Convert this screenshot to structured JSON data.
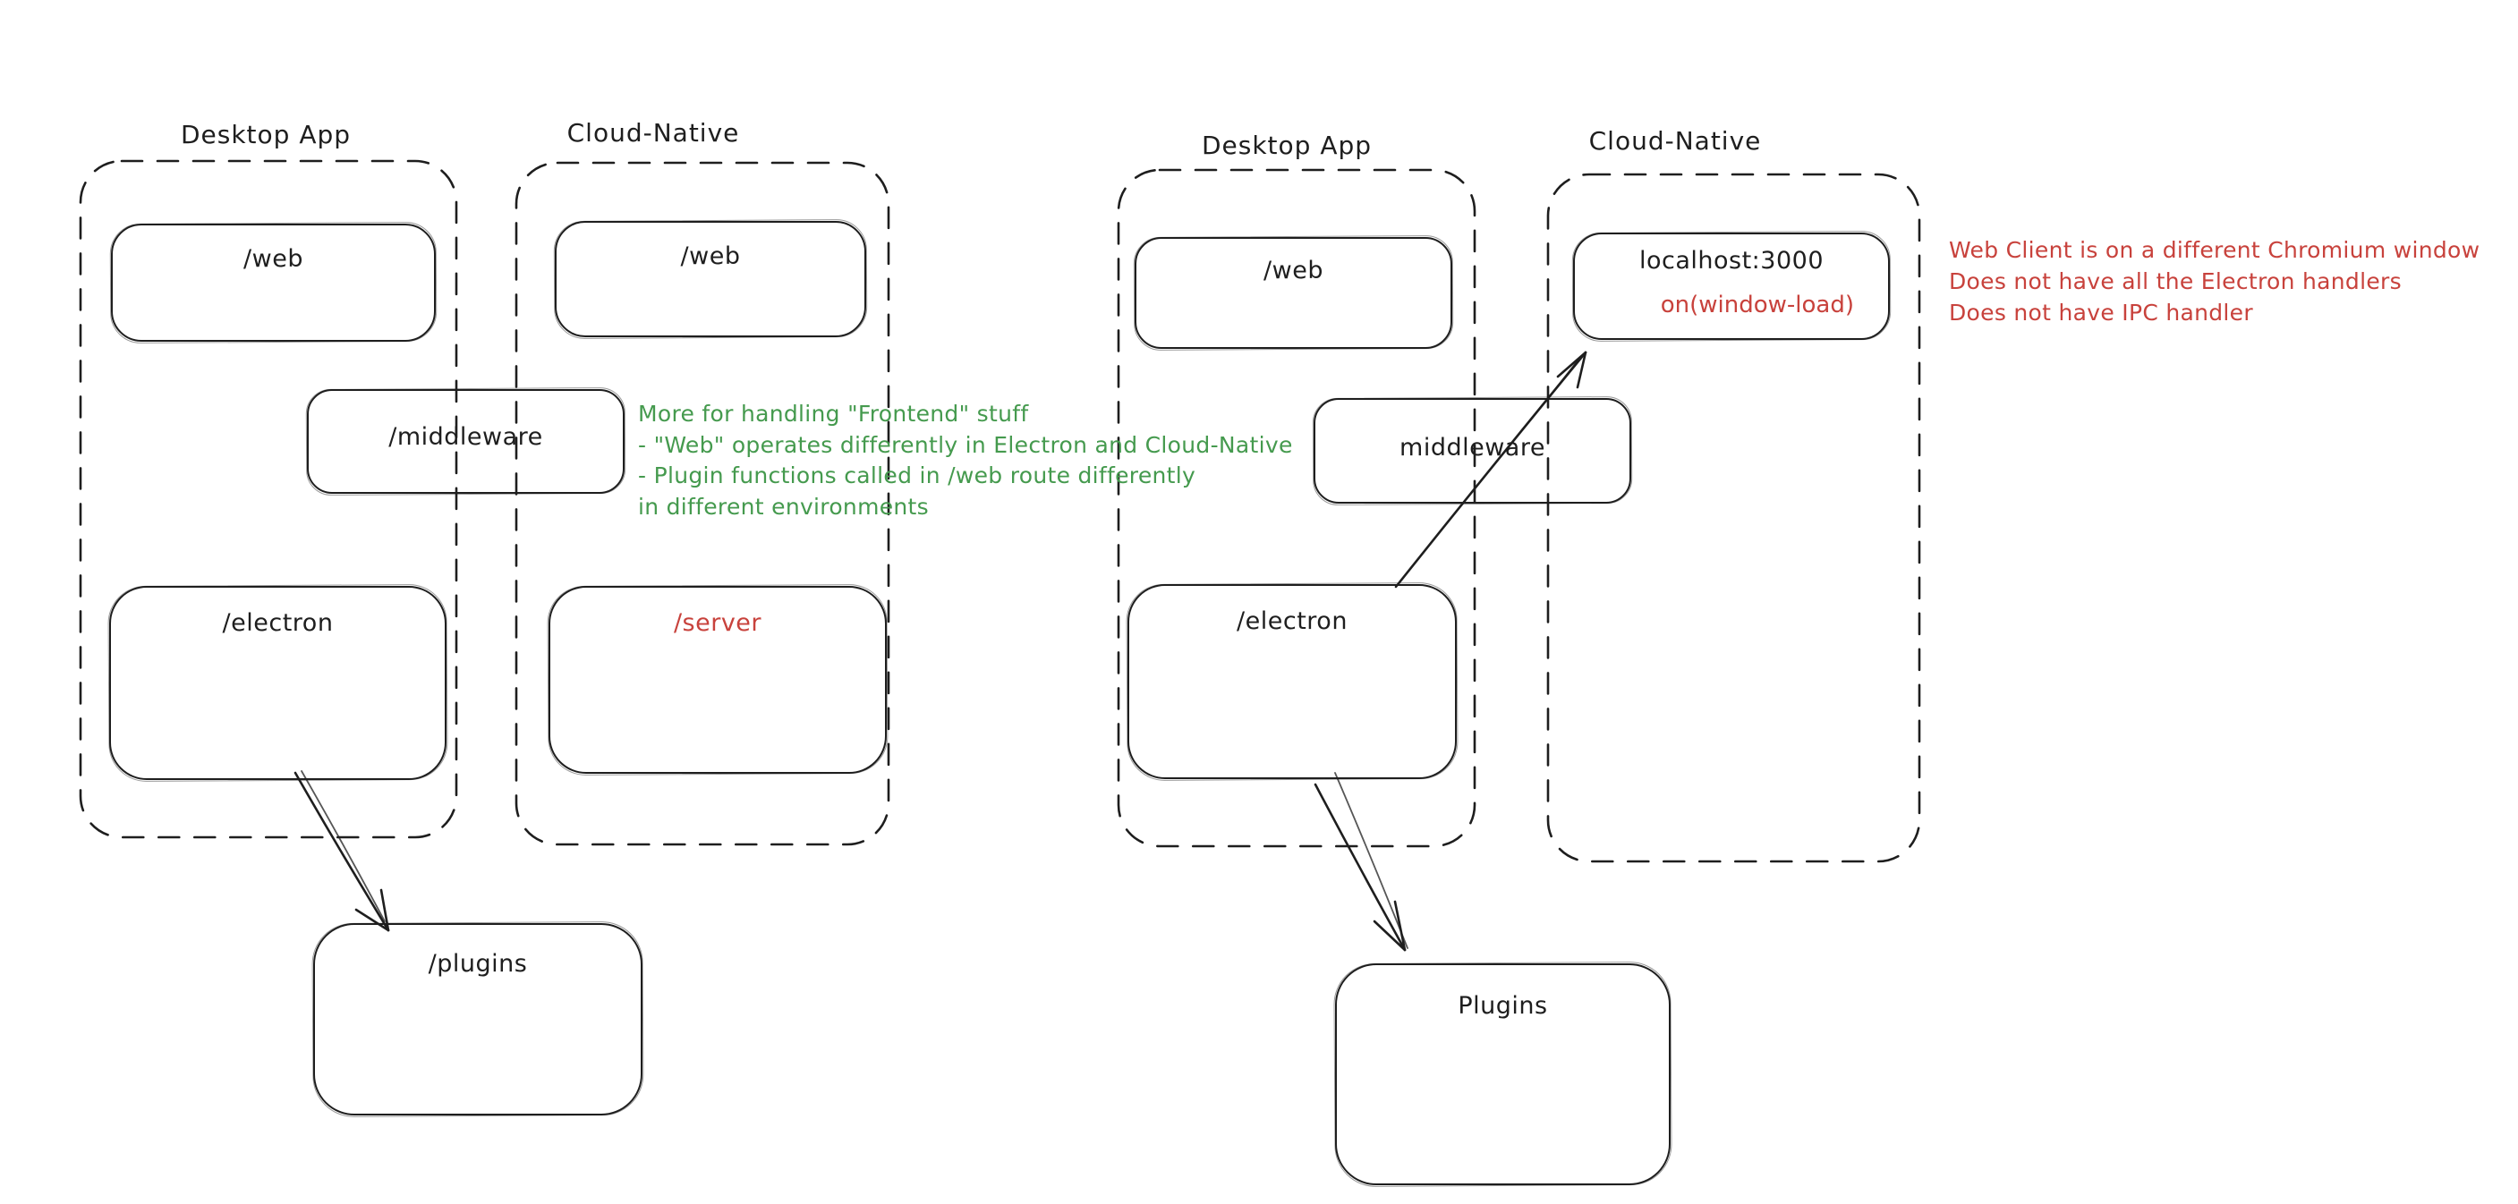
{
  "colors": {
    "stroke": "#1e1e1e",
    "red": "#c8423c",
    "green": "#459a4e",
    "background": "#ffffff"
  },
  "left_diagram": {
    "desktop_group_label": "Desktop App",
    "cloud_group_label": "Cloud-Native",
    "desktop_web_box": "/web",
    "cloud_web_box": "/web",
    "middleware_box": "/middleware",
    "electron_box": "/electron",
    "server_box": "/server",
    "plugins_box": "/plugins",
    "green_note_lines": [
      "More for handling \"Frontend\" stuff",
      "- \"Web\" operates differently in Electron and Cloud-Native",
      "- Plugin functions called in /web route differently",
      "in different environments"
    ]
  },
  "right_diagram": {
    "desktop_group_label": "Desktop App",
    "cloud_group_label": "Cloud-Native",
    "desktop_web_box": "/web",
    "localhost_box": "localhost:3000",
    "localhost_event_label": "on(window-load)",
    "middleware_box": "middleware",
    "electron_box": "/electron",
    "plugins_box": "Plugins",
    "red_note_lines": [
      "Web Client is on a different Chromium window",
      "Does not have all the Electron handlers",
      "Does not have IPC handler"
    ]
  }
}
